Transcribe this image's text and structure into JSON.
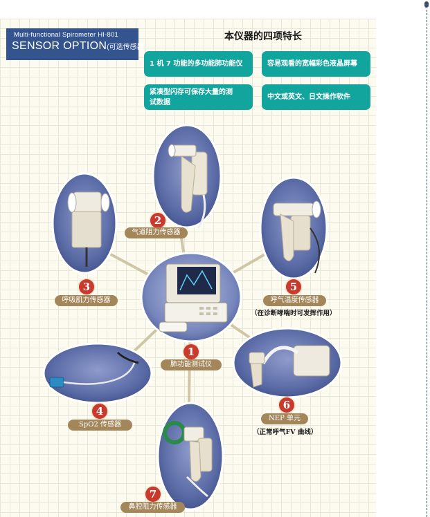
{
  "header": {
    "model_line": "Multi-functional Spirometer HI-801",
    "option_title": "SENSOR OPTION",
    "option_subtitle": "(可选传感器)"
  },
  "features": {
    "title": "本仪器的四项特长",
    "items": [
      {
        "line1": "1 机 7 功能的多功能肺功能仪",
        "line2": ""
      },
      {
        "line1": "容易观看的宽幅彩色液晶屏幕",
        "line2": ""
      },
      {
        "line1": "紧凑型闪存可保存大量的测",
        "line2": "试数据"
      },
      {
        "line1": "中文或英文、日文操作软件",
        "line2": ""
      }
    ]
  },
  "sensors": [
    {
      "number": "1",
      "label": "肺功能测试仪",
      "note": ""
    },
    {
      "number": "2",
      "label": "气道阻力传感器",
      "note": ""
    },
    {
      "number": "3",
      "label": "呼吸肌力传感器",
      "note": ""
    },
    {
      "number": "4",
      "label": "SpO2 传感器",
      "note": ""
    },
    {
      "number": "5",
      "label": "呼气温度传感器",
      "note": "（在诊断哮喘时可发挥作用）"
    },
    {
      "number": "6",
      "label": "NEP 单元",
      "note": "（正常呼气FV 曲线）"
    },
    {
      "number": "7",
      "label": "鼻腔阻力传感器",
      "note": ""
    }
  ],
  "colors": {
    "title_box": "#33548f",
    "feature_box": "#12a59e",
    "badge": "#c83a2e",
    "label_pill": "#a3865a",
    "bubble": "#4e5f9a"
  }
}
